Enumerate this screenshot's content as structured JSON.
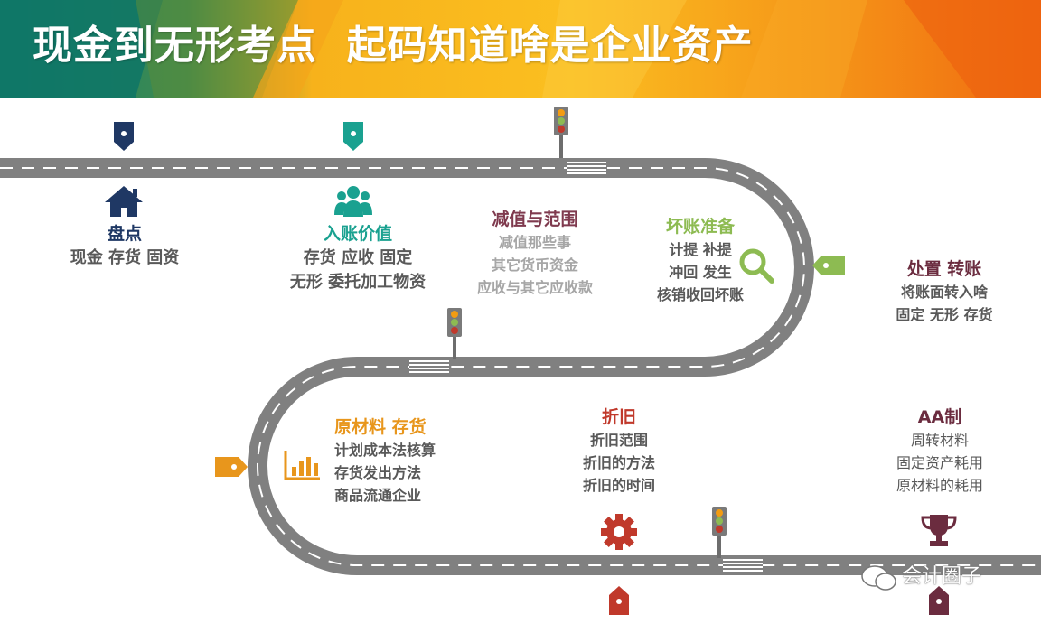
{
  "banner": {
    "title": "现金到无形考点  起码知道啥是企业资产"
  },
  "stops": {
    "inventory": {
      "title": "盘点",
      "lines": [
        "现金  存货 固资"
      ],
      "color": "#1f3864"
    },
    "recording": {
      "title": "入账价值",
      "lines": [
        "存货   应收 固定",
        "无形 委托加工物资"
      ],
      "color": "#1aa190"
    },
    "impairment": {
      "title": "减值与范围",
      "lines": [
        "减值那些事",
        "其它货币资金",
        "应收与其它应收款"
      ],
      "color": "#7f3a4e"
    },
    "baddebt": {
      "title": "坏账准备",
      "lines": [
        "计提  补提",
        "冲回  发生",
        "核销收回坏账"
      ],
      "color": "#8dbb52"
    },
    "disposal": {
      "title": "处置 转账",
      "lines": [
        "将账面转入啥",
        "固定  无形  存货"
      ],
      "color": "#6b2c3f"
    },
    "materials": {
      "title": "原材料 存货",
      "lines": [
        "计划成本法核算",
        "存货发出方法",
        "商品流通企业"
      ],
      "color": "#e8961c"
    },
    "depreciation": {
      "title": "折旧",
      "lines": [
        "折旧范围",
        "折旧的方法",
        "折旧的时间"
      ],
      "color": "#c0392b"
    },
    "aa": {
      "title": "AA制",
      "lines": [
        "周转材料",
        "固定资产耗用",
        "原材料的耗用"
      ],
      "color": "#6b2c3f"
    }
  },
  "icons": {
    "home": "home-icon",
    "people": "people-group-icon",
    "magnifier": "magnifier-icon",
    "chart": "bar-chart-icon",
    "gear": "gear-icon",
    "trophy": "trophy-icon",
    "marker": "map-marker-icon",
    "tag": "tag-icon",
    "light": "traffic-light-icon"
  },
  "watermark": {
    "text": "会计圈子"
  }
}
